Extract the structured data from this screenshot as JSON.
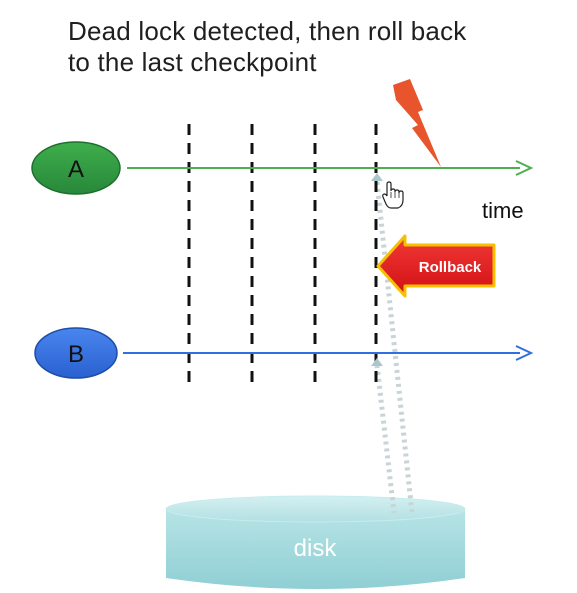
{
  "title": {
    "line1": "Dead lock detected, then roll back",
    "line2": "to the last checkpoint"
  },
  "processes": [
    {
      "label": "A",
      "fill": "#2e9a3c",
      "line_color": "#4caf50"
    },
    {
      "label": "B",
      "fill": "#2f6fe0",
      "line_color": "#2f6fe0"
    }
  ],
  "time_label": "time",
  "rollback_label": "Rollback",
  "disk_label": "disk",
  "colors": {
    "rollback_fill": "#e4141a",
    "rollback_border": "#f5c000",
    "lightning": "#e8542c",
    "disk_fill": "#a9dde0",
    "checkpoint_line": "#111111"
  },
  "icons": [
    "lightning-icon",
    "hand-cursor-icon"
  ]
}
